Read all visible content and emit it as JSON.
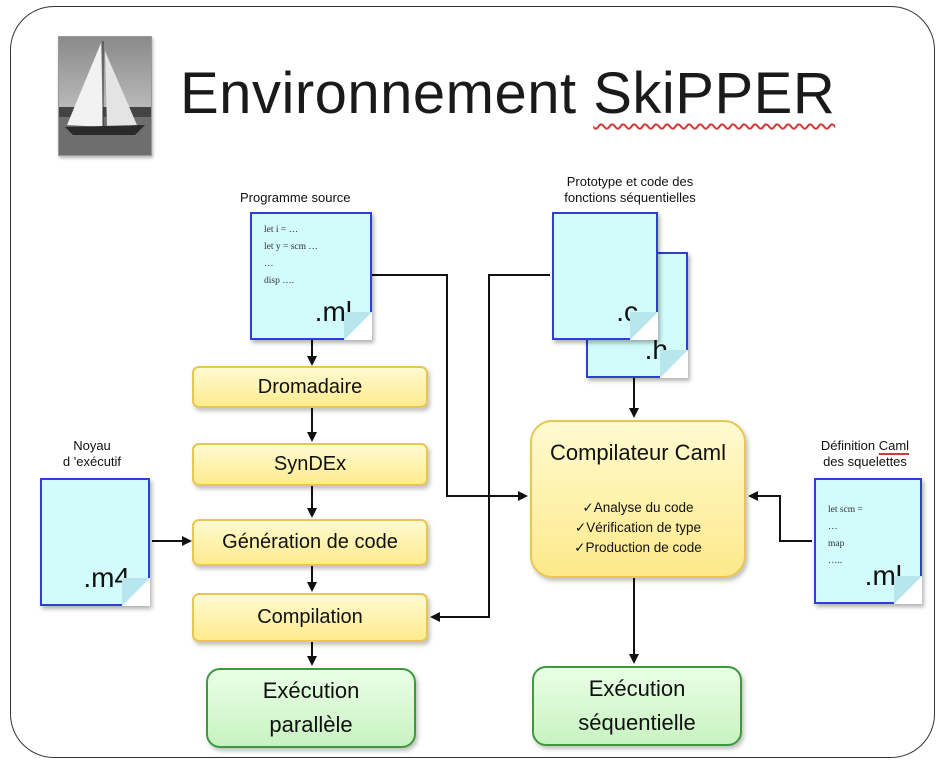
{
  "title": {
    "prefix": "Environnement ",
    "brand": "SkiPPER"
  },
  "captions": {
    "source": "Programme source",
    "proto_line1": "Prototype et code des",
    "proto_line2": "fonctions séquentielles",
    "noyau_line1": "Noyau",
    "noyau_line2": "d 'exécutif",
    "def_pre": "Définition ",
    "def_caml": "Caml",
    "def_line2": "des squelettes"
  },
  "docs": {
    "source": {
      "ext": ".ml",
      "code": [
        "let i = …",
        "let y = scm …",
        "…",
        "disp …."
      ]
    },
    "c": {
      "ext": ".c"
    },
    "h": {
      "ext": ".h"
    },
    "m4": {
      "ext": ".m4"
    },
    "skel": {
      "ext": ".ml",
      "code": [
        "let scm =",
        "…",
        "map",
        "….."
      ]
    }
  },
  "pipeline": {
    "dromadaire": "Dromadaire",
    "syndex": "SynDEx",
    "generation": "Génération de code",
    "compilation": "Compilation"
  },
  "compilateur": {
    "title": "Compilateur Caml",
    "items": [
      "✓Analyse du code",
      "✓Vérification de type",
      "✓Production de code"
    ]
  },
  "outputs": {
    "par_line1": "Exécution",
    "par_line2": "parallèle",
    "seq_line1": "Exécution",
    "seq_line2": "séquentielle"
  },
  "colors": {
    "doc_fill": "#d2fbfb",
    "doc_border": "#2d3fd6",
    "process_fill": "#fdeb8e",
    "output_fill": "#c8f2c2"
  }
}
